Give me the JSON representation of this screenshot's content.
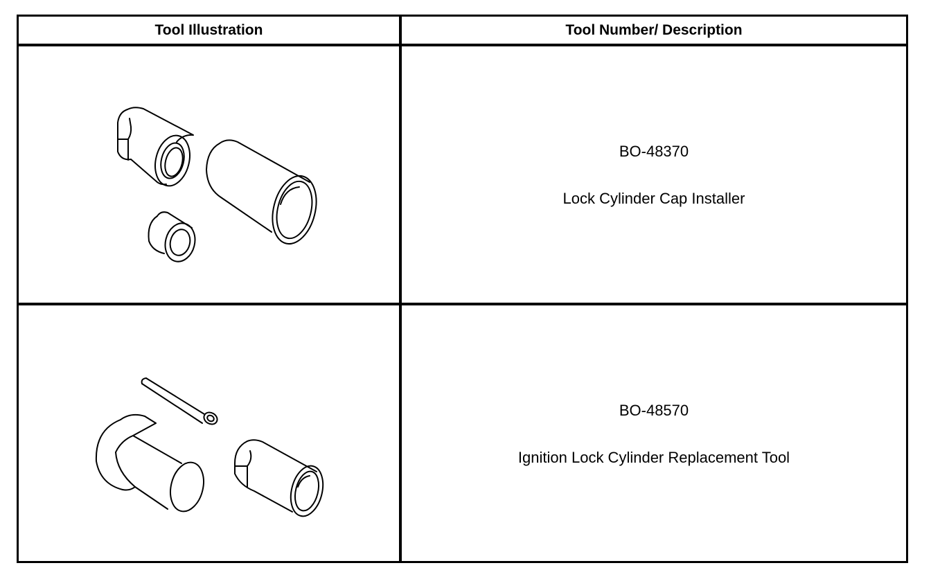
{
  "table": {
    "headers": {
      "illustration": "Tool Illustration",
      "description": "Tool Number/ Description"
    },
    "rows": [
      {
        "tool_number": "BO-48370",
        "tool_name": "Lock Cylinder Cap Installer"
      },
      {
        "tool_number": "BO-48570",
        "tool_name": "Ignition Lock Cylinder Replacement Tool"
      }
    ]
  }
}
